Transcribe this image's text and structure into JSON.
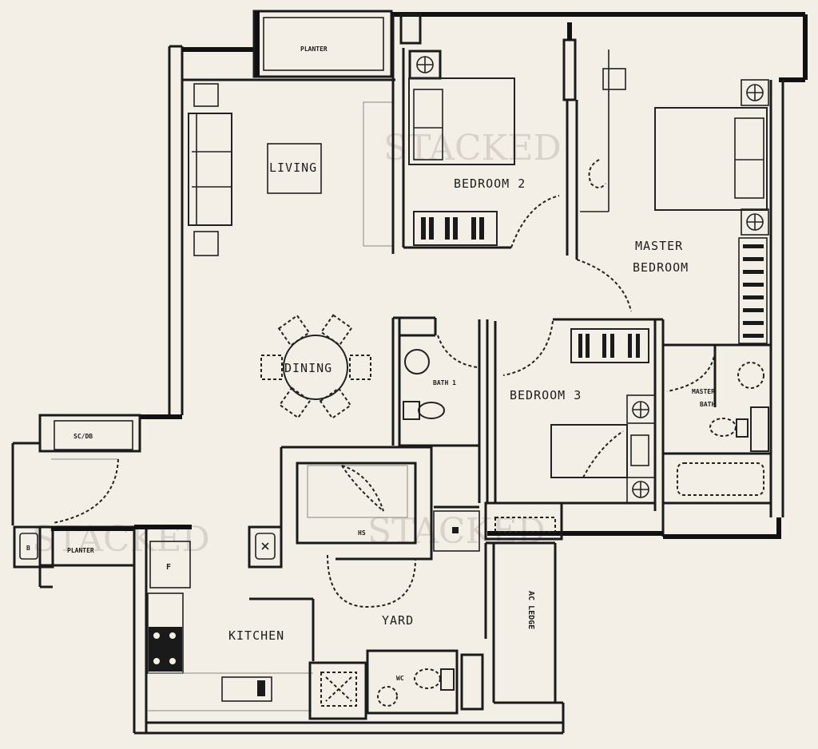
{
  "plan": {
    "background": "#f3eee6",
    "line_color": "#1a1a1a",
    "rooms": {
      "living": "LIVING",
      "dining": "DINING",
      "bedroom2": "BEDROOM 2",
      "master_bedroom_line1": "MASTER",
      "master_bedroom_line2": "BEDROOM",
      "bath1": "BATH 1",
      "bedroom3": "BEDROOM 3",
      "master_bath_line1": "MASTER",
      "master_bath_line2": "BATH",
      "kitchen": "KITCHEN",
      "yard": "YARD",
      "ac_ledge": "AC LEDGE",
      "planter_top": "PLANTER",
      "planter_bottom": "PLANTER",
      "sc_db": "SC/DB",
      "wc": "WC",
      "hs": "HS",
      "fridge": "F",
      "bin": "B"
    },
    "watermark": "STACKED"
  }
}
